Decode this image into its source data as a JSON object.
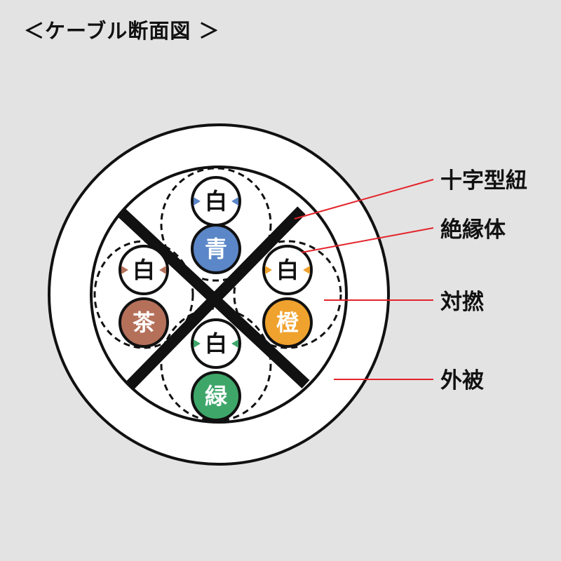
{
  "title": "＜ケーブル断面図 ＞",
  "labels": {
    "separator": "十字型紐",
    "insulation": "絶縁体",
    "twisted_pair": "対撚",
    "jacket": "外被"
  },
  "pairs": [
    {
      "id": "blue",
      "stripe_text": "白",
      "solid_text": "青",
      "color": "#5b86c8"
    },
    {
      "id": "brown",
      "stripe_text": "白",
      "solid_text": "茶",
      "color": "#b5705a"
    },
    {
      "id": "orange",
      "stripe_text": "白",
      "solid_text": "橙",
      "color": "#f0a22e"
    },
    {
      "id": "green",
      "stripe_text": "白",
      "solid_text": "緑",
      "color": "#3fa66a"
    }
  ],
  "colors": {
    "background": "#e3e3e3",
    "outline": "#111111",
    "leader_line": "#e3242b",
    "white": "#ffffff"
  }
}
